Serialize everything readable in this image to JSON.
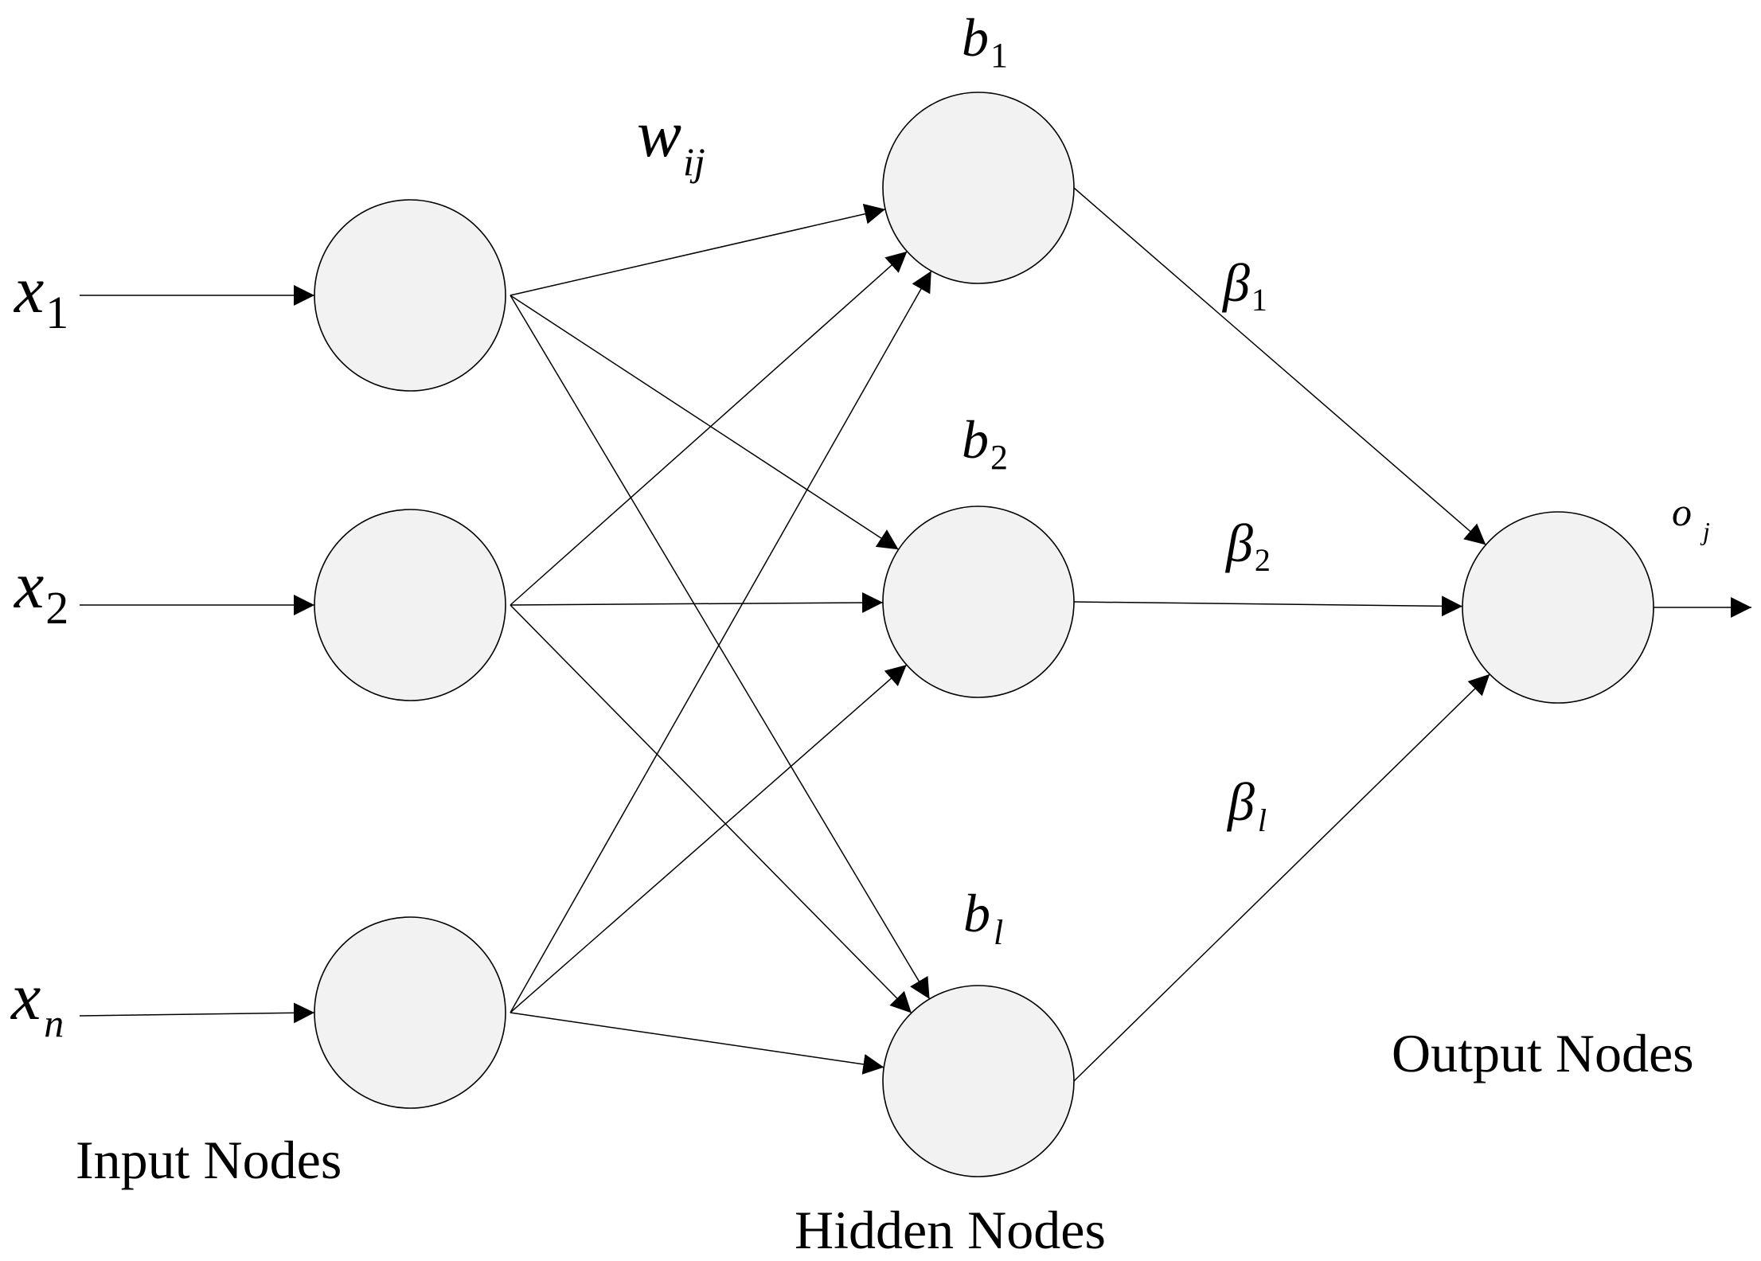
{
  "inputs": [
    {
      "base": "x",
      "sub": "1",
      "sub_italic": false
    },
    {
      "base": "x",
      "sub": "2",
      "sub_italic": false
    },
    {
      "base": "x",
      "sub": "n",
      "sub_italic": true
    }
  ],
  "weight_label": {
    "base": "w",
    "sub": "ij"
  },
  "biases": [
    {
      "base": "b",
      "sub": "1",
      "sub_italic": false
    },
    {
      "base": "b",
      "sub": "2",
      "sub_italic": false
    },
    {
      "base": "b",
      "sub": "l",
      "sub_italic": true
    }
  ],
  "output_weights": [
    {
      "base": "β",
      "sub": "1",
      "sub_italic": false
    },
    {
      "base": "β",
      "sub": "2",
      "sub_italic": false
    },
    {
      "base": "β",
      "sub": "l",
      "sub_italic": true
    }
  ],
  "output_label": {
    "base": "o",
    "sub": "j"
  },
  "captions": {
    "input": "Input Nodes",
    "hidden": "Hidden Nodes",
    "output": "Output Nodes"
  }
}
